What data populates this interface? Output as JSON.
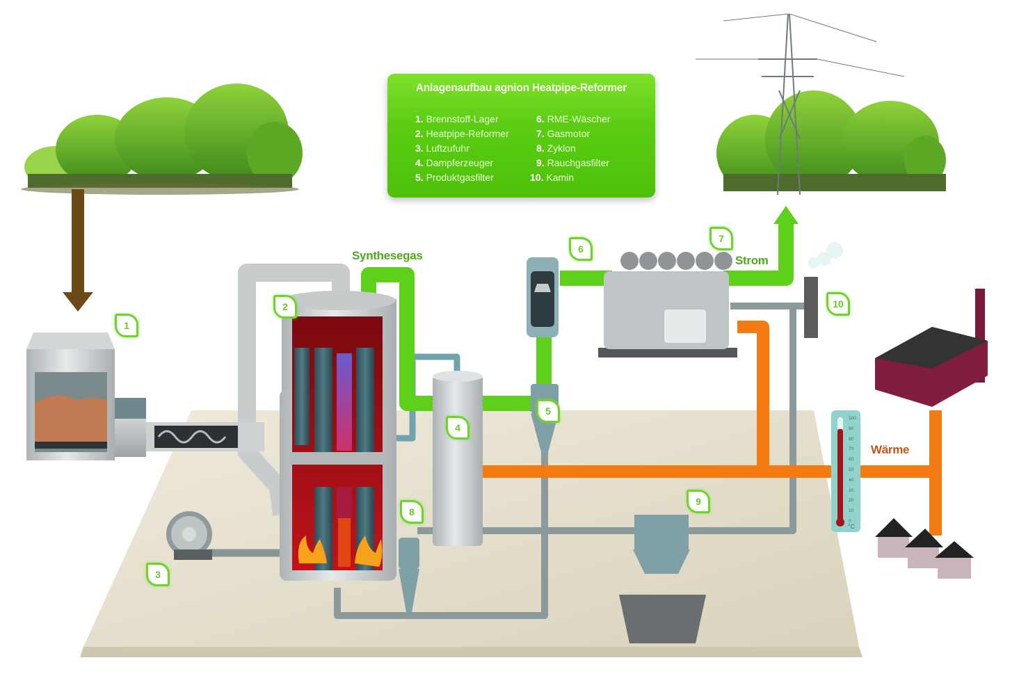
{
  "legend": {
    "title": "Anlagenaufbau agnion Heatpipe-Reformer",
    "items": [
      {
        "num": "1.",
        "label": "Brennstoff-Lager"
      },
      {
        "num": "2.",
        "label": "Heatpipe-Reformer"
      },
      {
        "num": "3.",
        "label": "Luftzufuhr"
      },
      {
        "num": "4.",
        "label": "Dampferzeuger"
      },
      {
        "num": "5.",
        "label": "Produktgasfilter"
      },
      {
        "num": "6.",
        "label": "RME-Wäscher"
      },
      {
        "num": "7.",
        "label": "Gasmotor"
      },
      {
        "num": "8.",
        "label": "Zyklon"
      },
      {
        "num": "9.",
        "label": "Rauchgasfilter"
      },
      {
        "num": "10.",
        "label": "Kamin"
      }
    ]
  },
  "flow_labels": {
    "syngas": "Synthesegas",
    "power": "Strom",
    "heat": "Wärme"
  },
  "markers": [
    "1",
    "2",
    "3",
    "4",
    "5",
    "6",
    "7",
    "8",
    "9",
    "10"
  ],
  "thermometer": {
    "unit": "°C",
    "ticks": [
      "100",
      "90",
      "80",
      "70",
      "60",
      "50",
      "40",
      "30",
      "20",
      "10",
      "0"
    ],
    "level_celsius": 90
  },
  "colors": {
    "syngas_pipe": "#5fd01a",
    "heat_pipe": "#f47a12",
    "flue_pipe": "#8c9a9c",
    "steam_pipe": "#6fa3ad",
    "accent_green": "#6fd42a",
    "heat_label": "#c0561a",
    "power_label": "#4da91a"
  }
}
